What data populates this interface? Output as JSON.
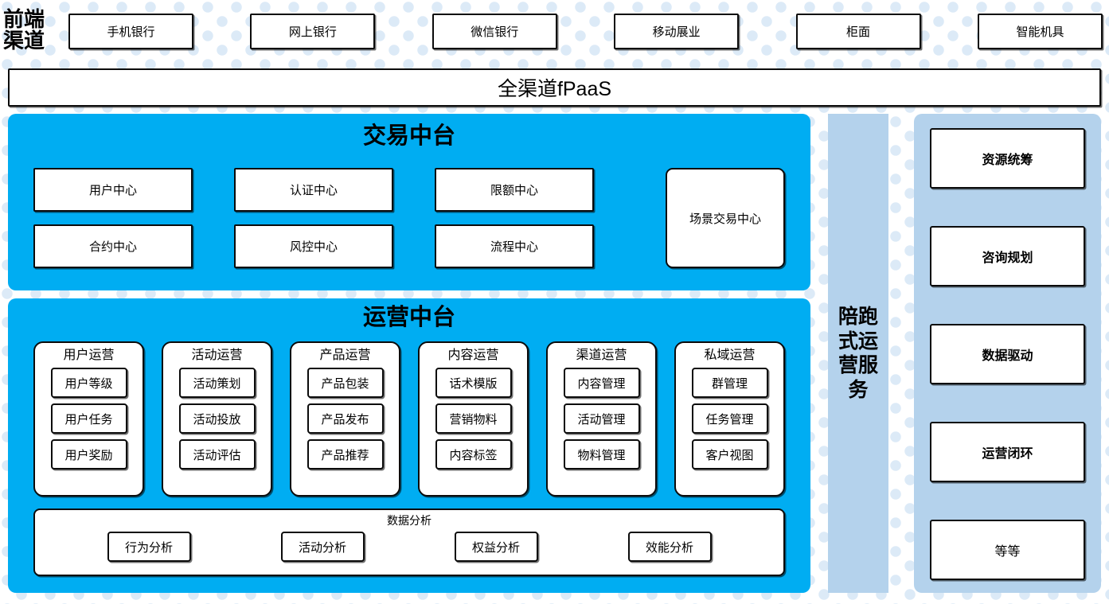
{
  "channel": {
    "title": "前端\n渠道",
    "title_lines": [
      "前端",
      "渠道"
    ],
    "items": [
      {
        "label": "手机银行"
      },
      {
        "label": "网上银行"
      },
      {
        "label": "微信银行"
      },
      {
        "label": "移动展业"
      },
      {
        "label": "柜面"
      },
      {
        "label": "智能机具"
      }
    ]
  },
  "fpaas": {
    "label": "全渠道fPaaS"
  },
  "trade_platform": {
    "title": "交易中台",
    "centers": [
      {
        "label": "用户中心"
      },
      {
        "label": "认证中心"
      },
      {
        "label": "限额中心"
      },
      {
        "label": "合约中心"
      },
      {
        "label": "风控中心"
      },
      {
        "label": "流程中心"
      }
    ],
    "scene_center": {
      "label": "场景交易中心"
    }
  },
  "ops_platform": {
    "title": "运营中台",
    "columns": [
      {
        "title": "用户运营",
        "items": [
          {
            "label": "用户等级"
          },
          {
            "label": "用户任务"
          },
          {
            "label": "用户奖励"
          }
        ]
      },
      {
        "title": "活动运营",
        "items": [
          {
            "label": "活动策划"
          },
          {
            "label": "活动投放"
          },
          {
            "label": "活动评估"
          }
        ]
      },
      {
        "title": "产品运营",
        "items": [
          {
            "label": "产品包装"
          },
          {
            "label": "产品发布"
          },
          {
            "label": "产品推荐"
          }
        ]
      },
      {
        "title": "内容运营",
        "items": [
          {
            "label": "话术模版"
          },
          {
            "label": "营销物料"
          },
          {
            "label": "内容标签"
          }
        ]
      },
      {
        "title": "渠道运营",
        "items": [
          {
            "label": "内容管理"
          },
          {
            "label": "活动管理"
          },
          {
            "label": "物料管理"
          }
        ]
      },
      {
        "title": "私域运营",
        "items": [
          {
            "label": "群管理"
          },
          {
            "label": "任务管理"
          },
          {
            "label": "客户视图"
          }
        ]
      }
    ],
    "data_analysis": {
      "title": "数据分析",
      "items": [
        {
          "label": "行为分析"
        },
        {
          "label": "活动分析"
        },
        {
          "label": "权益分析"
        },
        {
          "label": "效能分析"
        }
      ]
    }
  },
  "service_column": {
    "label": "陪跑式运营服务"
  },
  "capability_panel": {
    "items": [
      {
        "label": "资源统筹",
        "bold": true
      },
      {
        "label": "咨询规划",
        "bold": true
      },
      {
        "label": "数据驱动",
        "bold": true
      },
      {
        "label": "运营闭环",
        "bold": true
      },
      {
        "label": "等等",
        "bold": false
      }
    ]
  },
  "colors": {
    "cyan": "#00ADF2",
    "light_blue": "#B4D2EC",
    "dot": "#DCEAF7",
    "border": "#0B0B0B",
    "background": "#FFFFFF"
  }
}
